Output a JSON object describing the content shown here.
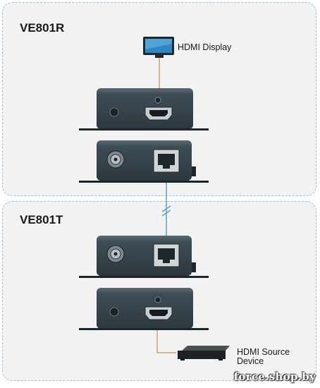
{
  "receiver": {
    "title": "VE801R",
    "display_label": "HDMI Display"
  },
  "transmitter": {
    "title": "VE801T",
    "source_label_line1": "HDMI Source",
    "source_label_line2": "Device"
  },
  "watermark": "force.shop.by",
  "colors": {
    "panel_border": "#9fc2dc",
    "panel_bg": "#f2f2f2",
    "device_body": "#3b4a52",
    "cable_hdmi": "#c9a66b",
    "cable_cat": "#5aa0c8"
  }
}
